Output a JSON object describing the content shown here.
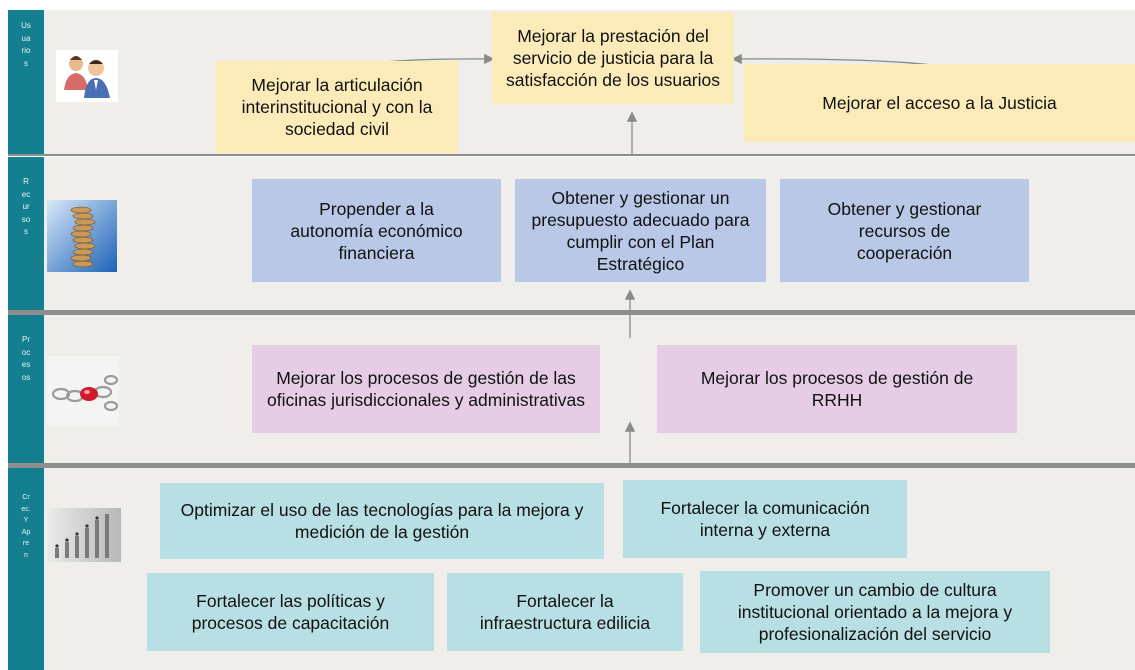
{
  "colors": {
    "sidebar": "#137f8f",
    "band_background": "#efeeea",
    "separator": "#8e8e8e",
    "usuarios_box": "#fbebb8",
    "recursos_box": "#b8c8e6",
    "procesos_box": "#e6cde6",
    "crecimiento_box": "#b8dfe3",
    "arrow": "#8a8a8a"
  },
  "perspectives": {
    "usuarios": {
      "label": "Usuarios",
      "icon": "users-icon",
      "objectives": {
        "center": "Mejorar la prestación del servicio de justicia para la satisfacción de los usuarios",
        "left": "Mejorar la articulación interinstitucional y con la sociedad civil",
        "right": "Mejorar el acceso a la Justicia"
      }
    },
    "recursos": {
      "label": "Recursos",
      "icon": "coin-stack-icon",
      "objectives": [
        "Propender a la autonomía económico financiera",
        "Obtener y gestionar un presupuesto adecuado para cumplir con el Plan Estratégico",
        "Obtener y gestionar recursos de cooperación"
      ]
    },
    "procesos": {
      "label": "Procesos",
      "icon": "gears-icon",
      "objectives": [
        "Mejorar los procesos de gestión de las oficinas jurisdiccionales y administrativas",
        "Mejorar los procesos de gestión de RRHH"
      ]
    },
    "crecimiento": {
      "label": "Crec. Y Apren",
      "icon": "growth-chart-icon",
      "objectives": [
        "Optimizar el uso de las tecnologías para la mejora y medición de la gestión",
        "Fortalecer la comunicación interna y externa",
        "Fortalecer las políticas y procesos de capacitación",
        "Fortalecer la infraestructura edilicia",
        "Promover un cambio de cultura institucional orientado a la mejora y profesionalización del servicio"
      ]
    }
  }
}
